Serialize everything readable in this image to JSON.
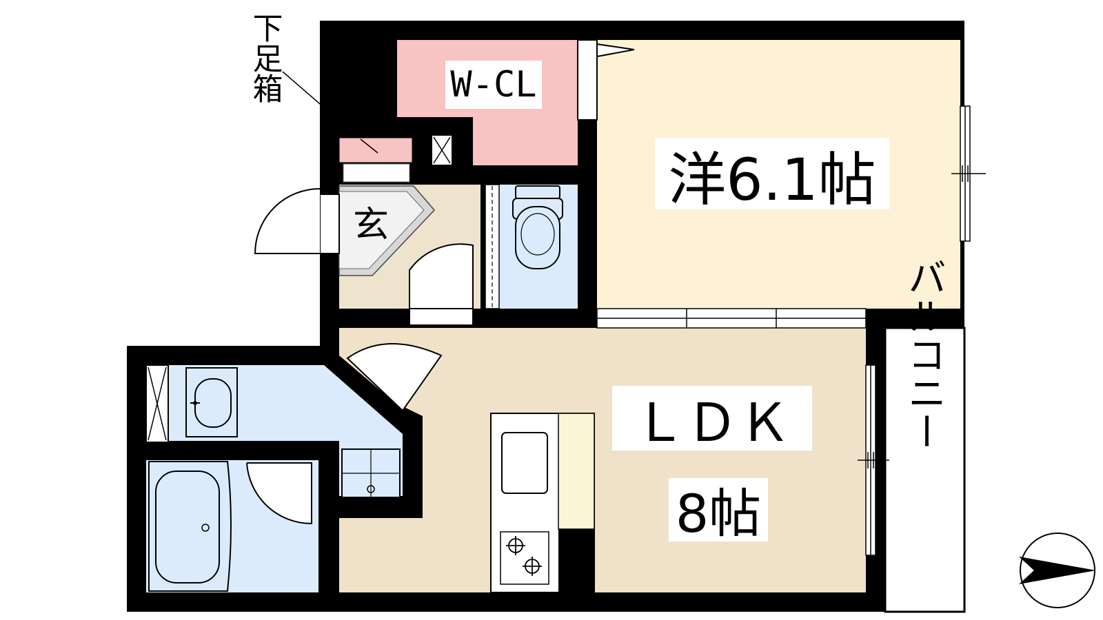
{
  "rooms": {
    "walk_in_closet": "W-CL",
    "western_room": "洋6.1帖",
    "entrance": "玄",
    "ldk": "ＬＤＫ",
    "ldk_size": "8帖",
    "balcony": "バルコニー",
    "shoe_box": "下足箱"
  },
  "colors": {
    "wall": "#000000",
    "western_room_floor": "#fdf2d5",
    "ldk_floor": "#efe2c9",
    "entrance_floor": "#eee3cc",
    "wet_area": "#dcebfb",
    "closet": "#f7c3c3",
    "counter": "#fdf6d6",
    "tile_gray": "#d8d8d8"
  },
  "icons": {
    "compass": "north-arrow-icon"
  }
}
